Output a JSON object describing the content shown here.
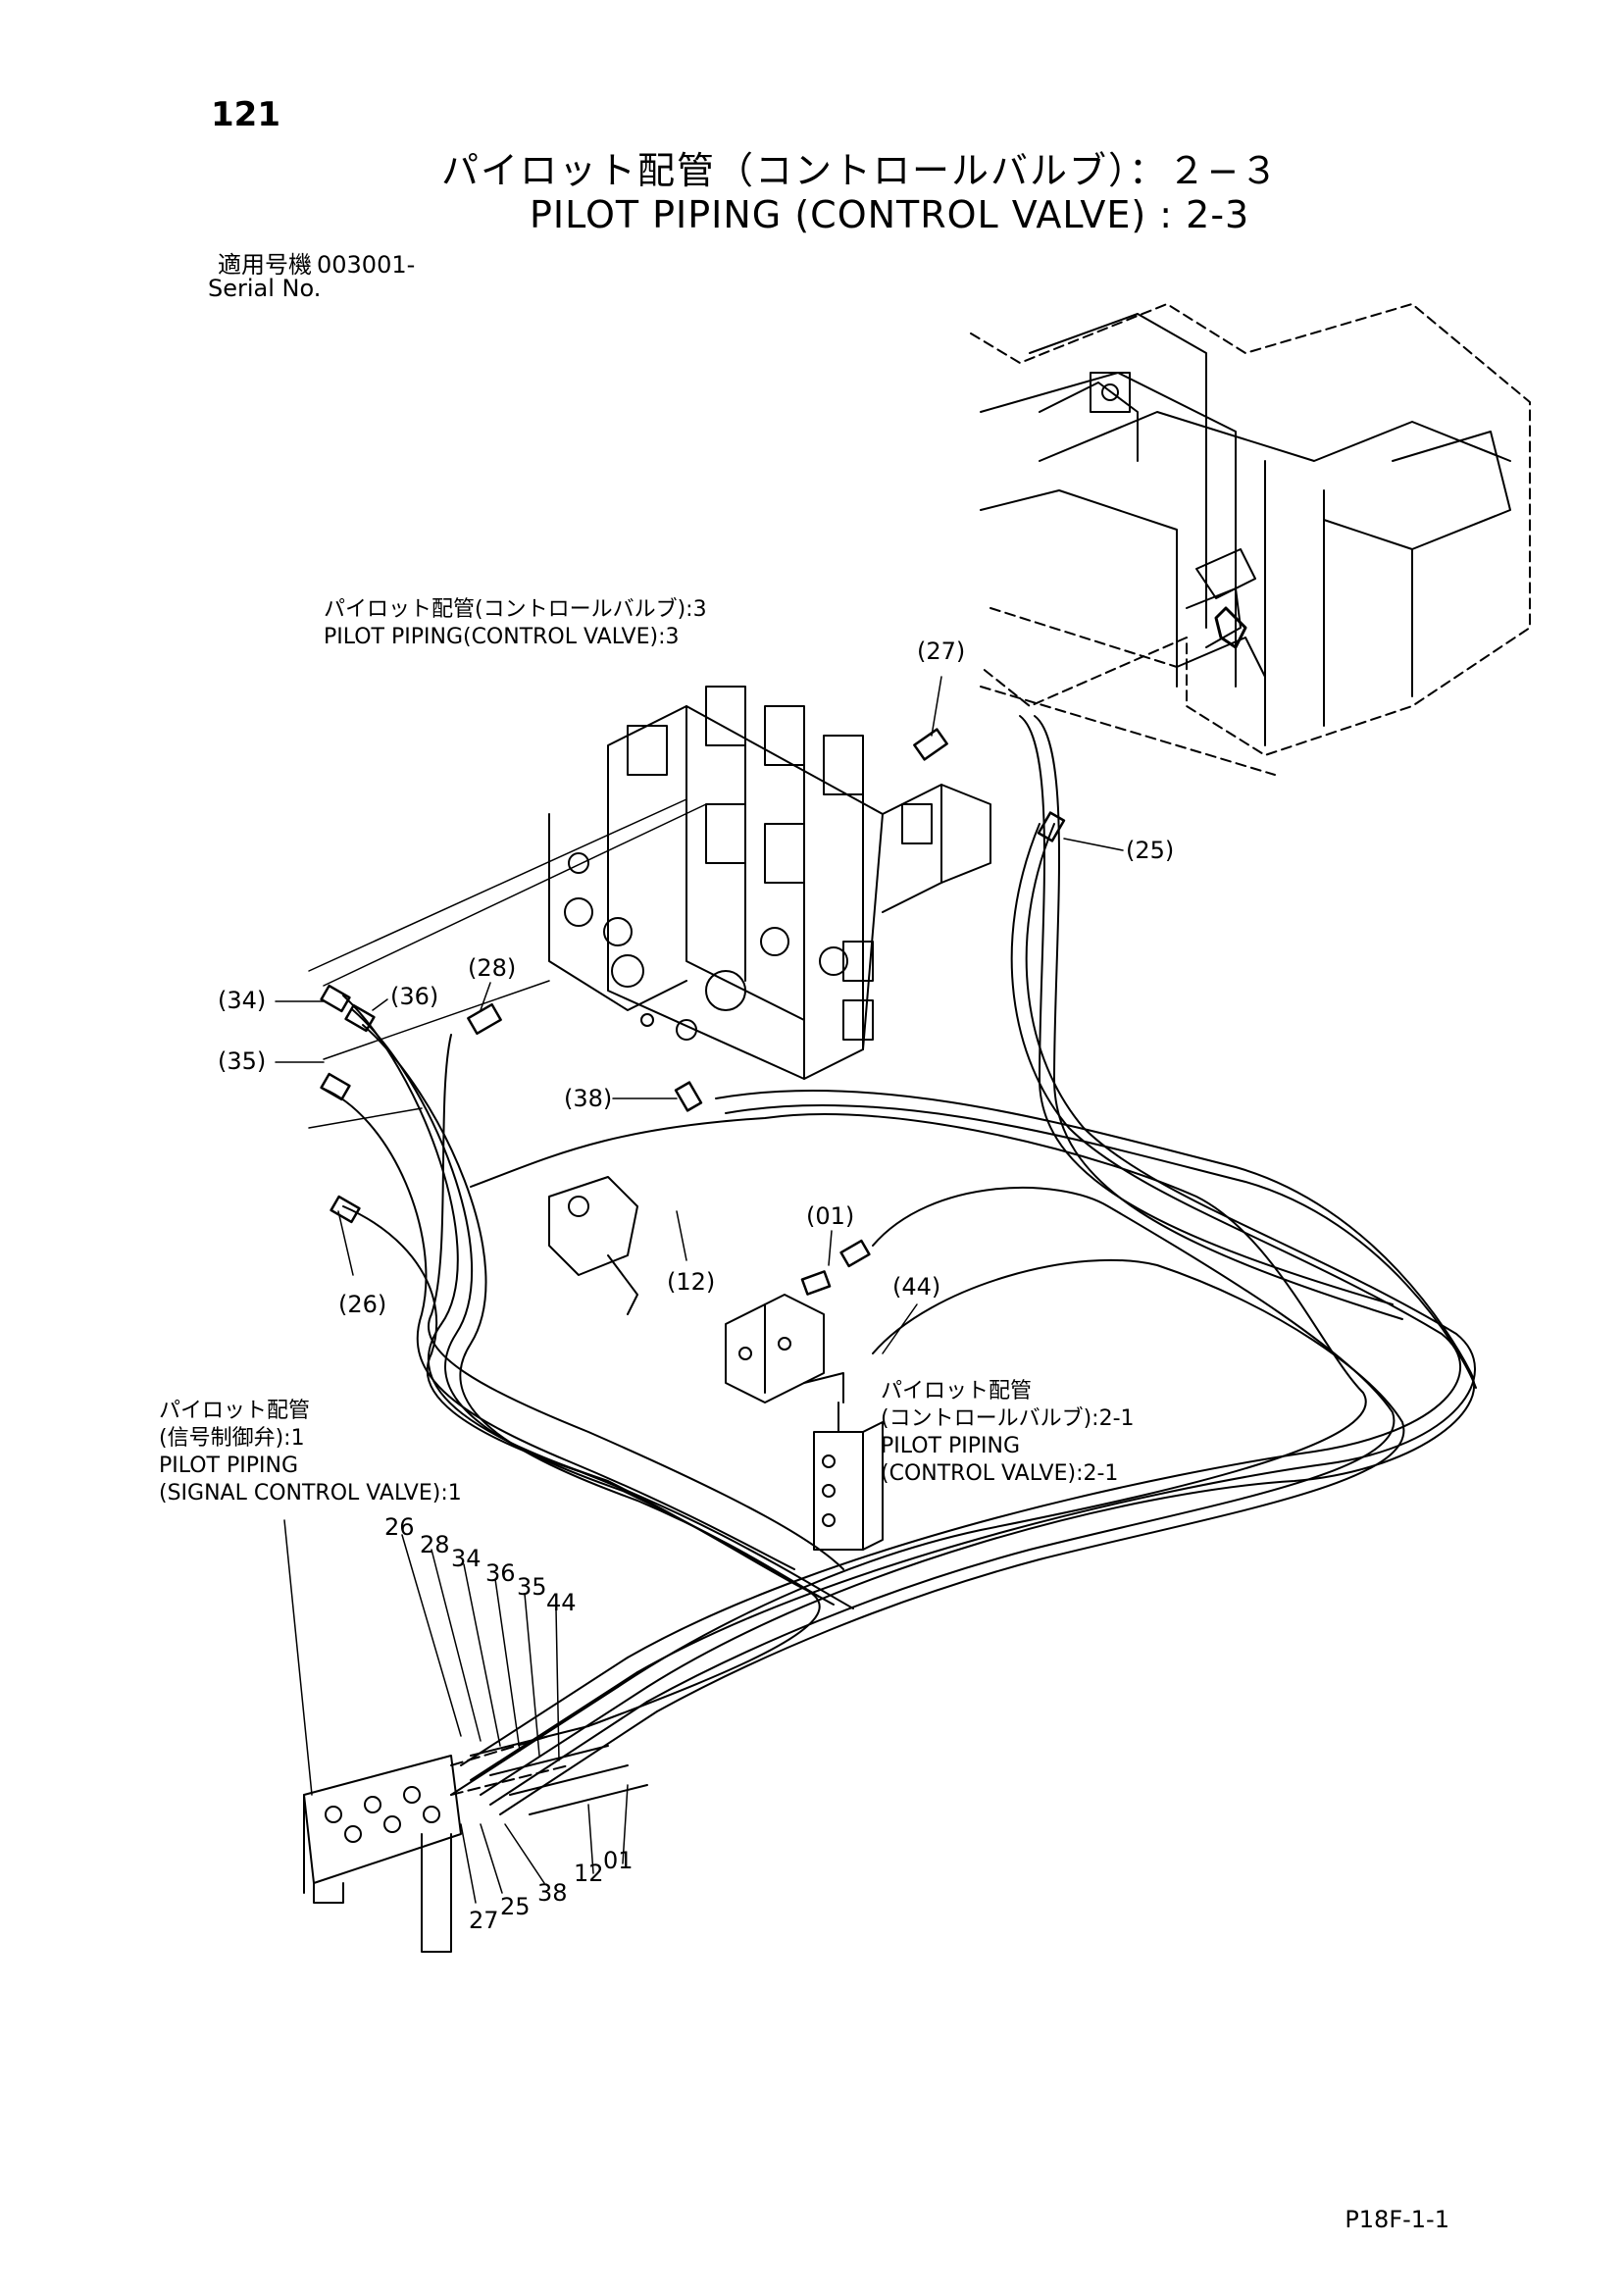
{
  "header": {
    "page_number": "121",
    "title_jp": "パイロット配管（コントロールバルブ）：２−３",
    "title_en": "PILOT PIPING (CONTROL VALVE) : 2-3",
    "serial_label_jp": "適用号機",
    "serial_value": "003001-",
    "serial_label_en": "Serial No."
  },
  "notes": {
    "cv3_jp": "パイロット配管(コントロールバルブ):3",
    "cv3_en": "PILOT PIPING(CONTROL VALVE):3",
    "scv1_jp_1": "パイロット配管",
    "scv1_jp_2": "(信号制御弁):1",
    "scv1_en_1": "PILOT PIPING",
    "scv1_en_2": "(SIGNAL CONTROL VALVE):1",
    "cv21_jp_1": "パイロット配管",
    "cv21_jp_2": "(コントロールバルブ):2-1",
    "cv21_en_1": "PILOT PIPING",
    "cv21_en_2": "(CONTROL VALVE):2-1"
  },
  "callouts": {
    "c27": "(27)",
    "c25": "(25)",
    "c34": "(34)",
    "c36": "(36)",
    "c28": "(28)",
    "c35": "(35)",
    "c38": "(38)",
    "c26": "(26)",
    "c12": "(12)",
    "c01": "(01)",
    "c44": "(44)"
  },
  "bundle_labels": {
    "top": [
      "26",
      "28",
      "34",
      "36",
      "35",
      "44"
    ],
    "bottom": [
      "27",
      "25",
      "38",
      "12",
      "01"
    ]
  },
  "footer": {
    "figure_code": "P18F-1-1"
  }
}
